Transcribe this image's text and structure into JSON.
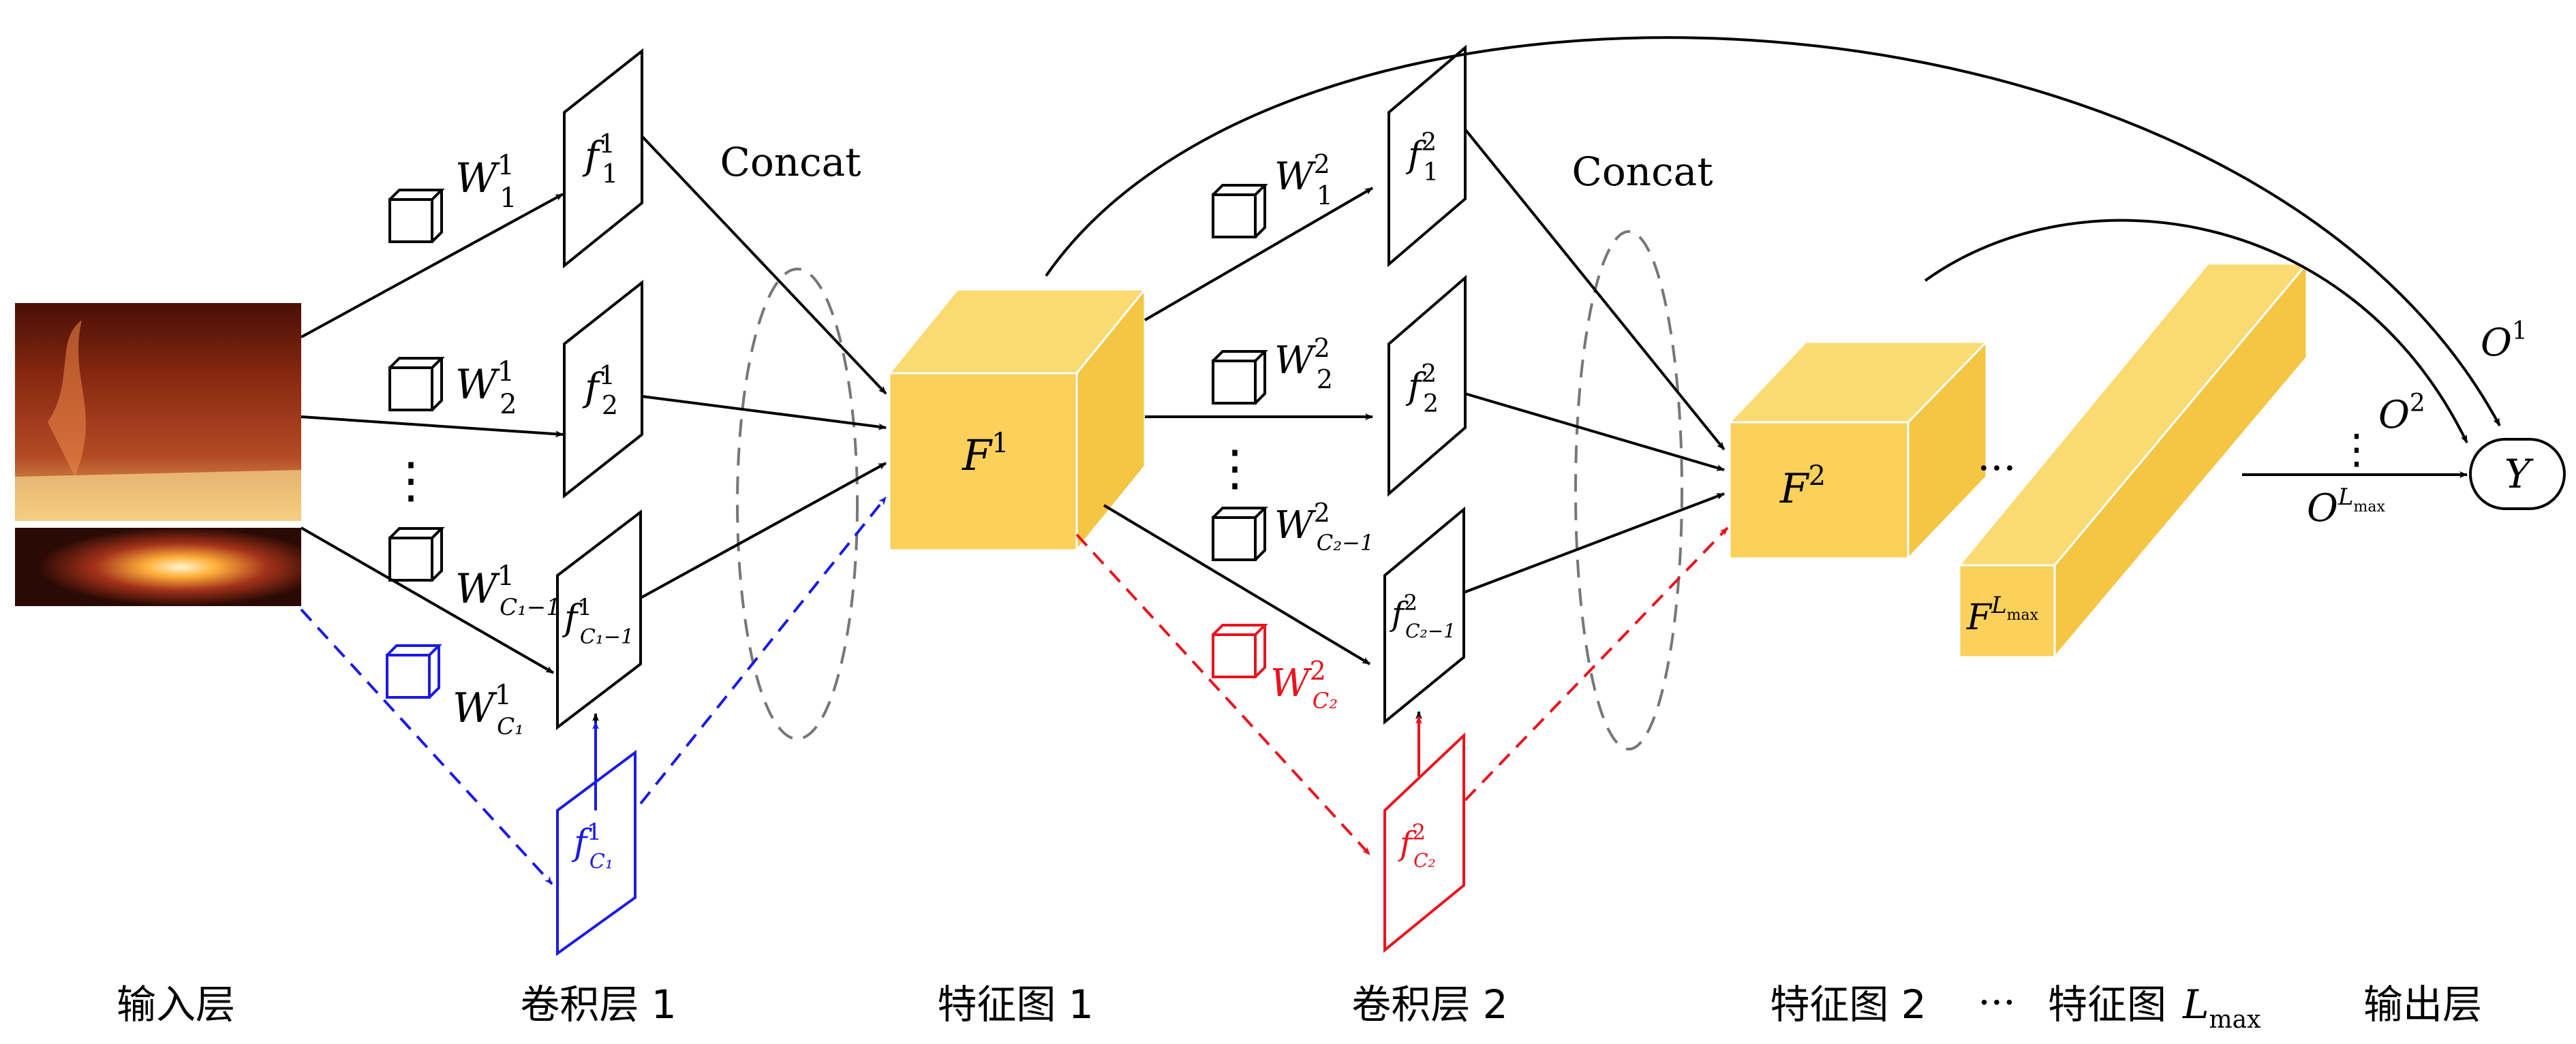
{
  "labels": {
    "concat_1": "Concat",
    "concat_2": "Concat",
    "F1_main": "F",
    "F1_sup": "1",
    "F2_main": "F",
    "F2_sup": "2",
    "FL_main": "F",
    "FL_sup_main": "L",
    "FL_sup_sub": "max",
    "Y": "Y",
    "O1_main": "O",
    "O1_sup": "1",
    "O2_main": "O",
    "O2_sup": "2",
    "OL_main": "O",
    "OL_sup_main": "L",
    "OL_sup_sub": "max",
    "ellipsis_h": "···",
    "ellipsis_v": "⋮",
    "layer1_W": [
      {
        "main": "W",
        "sup": "1",
        "sub": "1"
      },
      {
        "main": "W",
        "sup": "1",
        "sub": "2"
      },
      {
        "main": "W",
        "sup": "1",
        "sub": "C₁−1"
      },
      {
        "main": "W",
        "sup": "1",
        "sub": "C₁"
      }
    ],
    "layer1_f": [
      {
        "main": "f",
        "sup": "1",
        "sub": "1"
      },
      {
        "main": "f",
        "sup": "1",
        "sub": "2"
      },
      {
        "main": "f",
        "sup": "1",
        "sub": "C₁−1"
      },
      {
        "main": "f",
        "sup": "1",
        "sub": "C₁"
      }
    ],
    "layer2_W": [
      {
        "main": "W",
        "sup": "2",
        "sub": "1"
      },
      {
        "main": "W",
        "sup": "2",
        "sub": "2"
      },
      {
        "main": "W",
        "sup": "2",
        "sub": "C₂−1"
      },
      {
        "main": "W",
        "sup": "2",
        "sub": "C₂"
      }
    ],
    "layer2_f": [
      {
        "main": "f",
        "sup": "2",
        "sub": "1"
      },
      {
        "main": "f",
        "sup": "2",
        "sub": "2"
      },
      {
        "main": "f",
        "sup": "2",
        "sub": "C₂−1"
      },
      {
        "main": "f",
        "sup": "2",
        "sub": "C₂"
      }
    ]
  },
  "bottom": {
    "input": "输入层",
    "conv1": "卷积层 1",
    "fm1": "特征图 1",
    "conv2": "卷积层 2",
    "fm2": "特征图 2",
    "dots": "···",
    "fmL_prefix": "特征图",
    "fmL_main": "L",
    "fmL_sub": "max",
    "output": "输出层"
  },
  "colors": {
    "feature_map": "#FBD05B",
    "feature_top": "#FCDA72",
    "feature_side": "#F5C544",
    "dropped_blue": "#1A1AE6",
    "dropped_red": "#E8141E",
    "concat_ellipse": "#777777"
  }
}
